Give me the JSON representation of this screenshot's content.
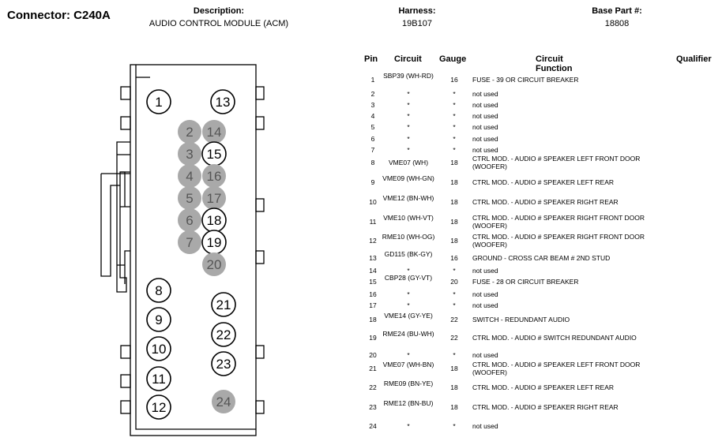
{
  "header": {
    "connector_title": "Connector: C240A",
    "description_label": "Description:",
    "description_value": "AUDIO CONTROL MODULE (ACM)",
    "harness_label": "Harness:",
    "harness_value": "19B107",
    "base_part_label": "Base Part #:",
    "base_part_value": "18808"
  },
  "table": {
    "columns": [
      "Pin",
      "Circuit",
      "Gauge",
      "Circuit Function",
      "Qualifier"
    ],
    "rows": [
      {
        "pin": "1",
        "circuit": "SBP39 (WH-RD)",
        "gauge": "16",
        "function": "FUSE - 39 OR CIRCUIT BREAKER"
      },
      {
        "pin": "2",
        "circuit": "*",
        "gauge": "*",
        "function": "not used"
      },
      {
        "pin": "3",
        "circuit": "*",
        "gauge": "*",
        "function": "not used"
      },
      {
        "pin": "4",
        "circuit": "*",
        "gauge": "*",
        "function": "not used"
      },
      {
        "pin": "5",
        "circuit": "*",
        "gauge": "*",
        "function": "not used"
      },
      {
        "pin": "6",
        "circuit": "*",
        "gauge": "*",
        "function": "not used"
      },
      {
        "pin": "7",
        "circuit": "*",
        "gauge": "*",
        "function": "not used"
      },
      {
        "pin": "8",
        "circuit": "VME07 (WH)",
        "gauge": "18",
        "function": "CTRL MOD. - AUDIO # SPEAKER LEFT FRONT DOOR (WOOFER)"
      },
      {
        "pin": "9",
        "circuit": "VME09 (WH-GN)",
        "gauge": "18",
        "function": "CTRL MOD. - AUDIO # SPEAKER LEFT REAR"
      },
      {
        "pin": "10",
        "circuit": "VME12 (BN-WH)",
        "gauge": "18",
        "function": "CTRL MOD. - AUDIO # SPEAKER RIGHT REAR"
      },
      {
        "pin": "11",
        "circuit": "VME10 (WH-VT)",
        "gauge": "18",
        "function": "CTRL MOD. - AUDIO # SPEAKER RIGHT FRONT DOOR (WOOFER)"
      },
      {
        "pin": "12",
        "circuit": "RME10 (WH-OG)",
        "gauge": "18",
        "function": "CTRL MOD. - AUDIO # SPEAKER RIGHT FRONT DOOR (WOOFER)"
      },
      {
        "pin": "13",
        "circuit": "GD115 (BK-GY)",
        "gauge": "16",
        "function": "GROUND - CROSS CAR BEAM # 2ND STUD"
      },
      {
        "pin": "14",
        "circuit": "*",
        "gauge": "*",
        "function": "not used"
      },
      {
        "pin": "15",
        "circuit": "CBP28 (GY-VT)",
        "gauge": "20",
        "function": "FUSE - 28 OR CIRCUIT BREAKER"
      },
      {
        "pin": "16",
        "circuit": "*",
        "gauge": "*",
        "function": "not used"
      },
      {
        "pin": "17",
        "circuit": "*",
        "gauge": "*",
        "function": "not used"
      },
      {
        "pin": "18",
        "circuit": "VME14 (GY-YE)",
        "gauge": "22",
        "function": "SWITCH - REDUNDANT AUDIO"
      },
      {
        "pin": "19",
        "circuit": "RME24 (BU-WH)",
        "gauge": "22",
        "function": "CTRL MOD. - AUDIO # SWITCH REDUNDANT AUDIO"
      },
      {
        "pin": "20",
        "circuit": "*",
        "gauge": "*",
        "function": "not used"
      },
      {
        "pin": "21",
        "circuit": "VME07 (WH-BN)",
        "gauge": "18",
        "function": "CTRL MOD. - AUDIO # SPEAKER LEFT FRONT DOOR (WOOFER)"
      },
      {
        "pin": "22",
        "circuit": "RME09 (BN-YE)",
        "gauge": "18",
        "function": "CTRL MOD. - AUDIO # SPEAKER LEFT REAR"
      },
      {
        "pin": "23",
        "circuit": "RME12 (BN-BU)",
        "gauge": "18",
        "function": "CTRL MOD. - AUDIO # SPEAKER RIGHT REAR"
      },
      {
        "pin": "24",
        "circuit": "*",
        "gauge": "*",
        "function": "not used"
      }
    ]
  },
  "pins": [
    {
      "label": "1",
      "used": true
    },
    {
      "label": "13",
      "used": true
    },
    {
      "label": "2",
      "used": false
    },
    {
      "label": "14",
      "used": false
    },
    {
      "label": "3",
      "used": false
    },
    {
      "label": "15",
      "used": true
    },
    {
      "label": "4",
      "used": false
    },
    {
      "label": "16",
      "used": false
    },
    {
      "label": "5",
      "used": false
    },
    {
      "label": "17",
      "used": false
    },
    {
      "label": "6",
      "used": false
    },
    {
      "label": "18",
      "used": true
    },
    {
      "label": "7",
      "used": false
    },
    {
      "label": "19",
      "used": true
    },
    {
      "label": "20",
      "used": false
    },
    {
      "label": "8",
      "used": true
    },
    {
      "label": "21",
      "used": true
    },
    {
      "label": "9",
      "used": true
    },
    {
      "label": "22",
      "used": true
    },
    {
      "label": "10",
      "used": true
    },
    {
      "label": "23",
      "used": true
    },
    {
      "label": "11",
      "used": true
    },
    {
      "label": "12",
      "used": true
    },
    {
      "label": "24",
      "used": false
    }
  ],
  "colors": {
    "unused_fill": "#a9a9a9",
    "used_fill": "#ffffff",
    "outline": "#000000",
    "unused_text": "#555555"
  }
}
